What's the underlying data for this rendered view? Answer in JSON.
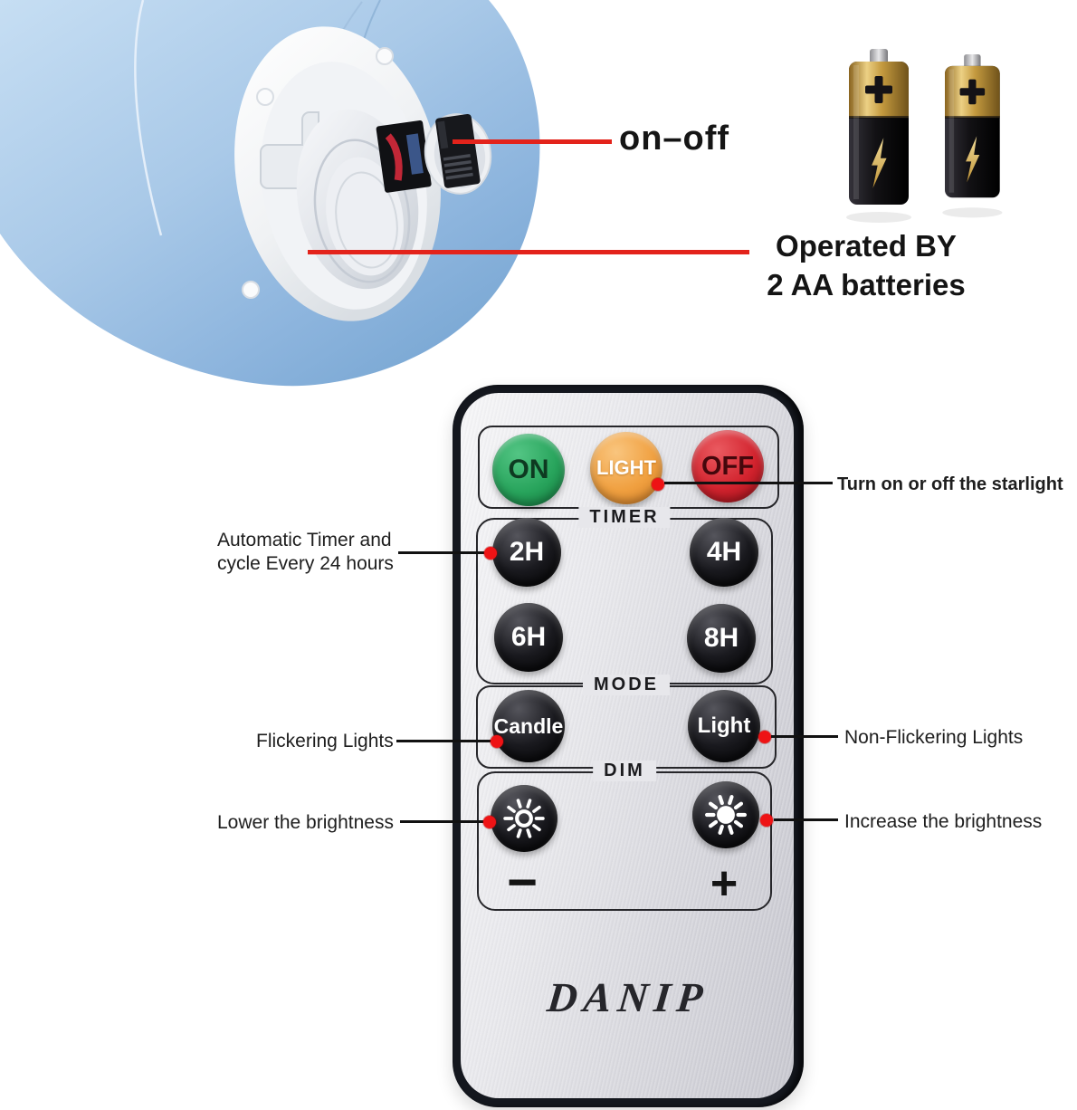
{
  "candle_section": {
    "onoff_label": "on–off",
    "battery_caption_line1": "Operated BY",
    "battery_caption_line2": "2 AA batteries"
  },
  "remote": {
    "brand": "DANIP",
    "power": [
      {
        "label": "ON",
        "color": "#28a45c"
      },
      {
        "label": "LIGHT",
        "color": "#f0a040"
      },
      {
        "label": "OFF",
        "color": "#d2232e"
      }
    ],
    "sections": {
      "timer": {
        "label": "TIMER",
        "buttons": [
          "2H",
          "4H",
          "6H",
          "8H"
        ]
      },
      "mode": {
        "label": "MODE",
        "buttons": [
          "Candle",
          "Light"
        ]
      },
      "dim": {
        "label": "DIM",
        "minus": "−",
        "plus": "+",
        "icons": [
          "sun-outline-icon",
          "sun-filled-icon"
        ]
      }
    }
  },
  "callouts": {
    "light_button": "Turn on or off the starlight",
    "timer_line1": "Automatic Timer and",
    "timer_line2": "cycle Every 24 hours",
    "candle_mode": "Flickering Lights",
    "light_mode": "Non-Flickering Lights",
    "dim_minus": "Lower the brightness",
    "dim_plus": "Increase the brightness"
  },
  "colors": {
    "pointer_red": "#e3231b",
    "dot_red": "#ee1315",
    "callout_line_black": "#111111",
    "candle_blue": "#a9c9e8",
    "remote_border": "#14171e",
    "remote_face": "#e2e2e7",
    "battery_gold": "#c49a3f",
    "battery_black": "#141216"
  }
}
